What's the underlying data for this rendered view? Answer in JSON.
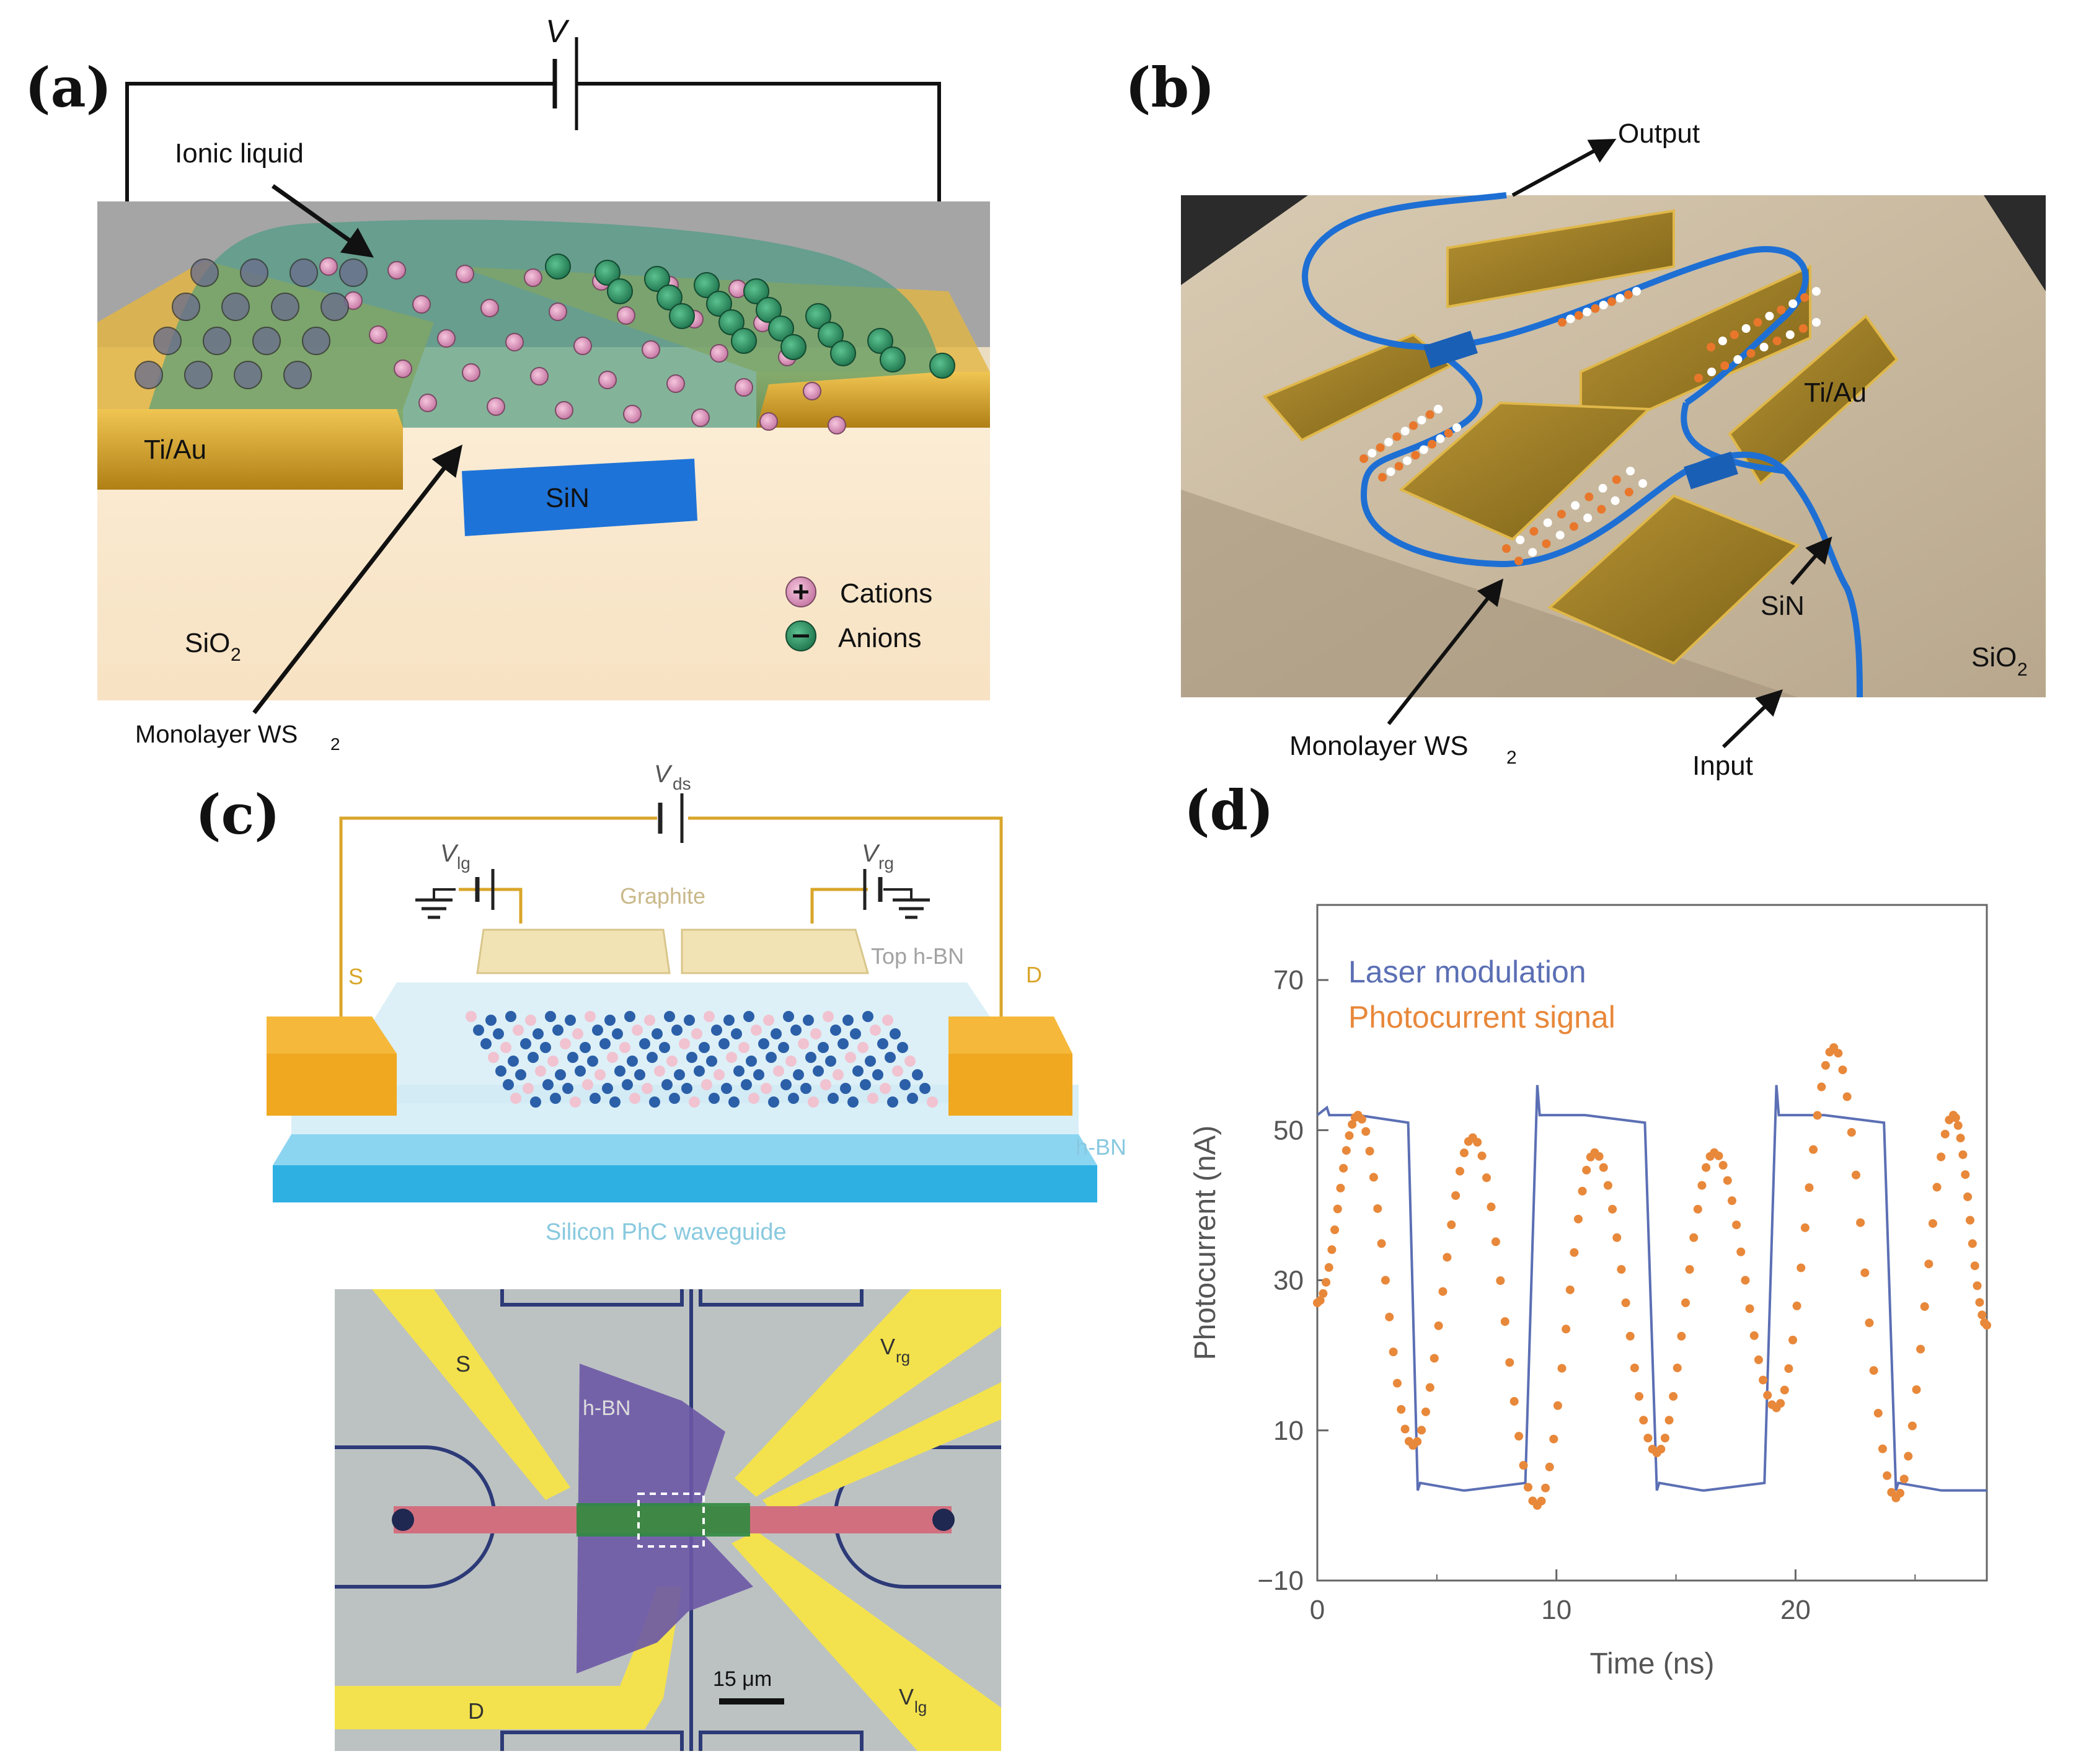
{
  "panels": {
    "a": {
      "label": "(a)",
      "voltage": "V",
      "ionic_liquid": "Ionic liquid",
      "contact": "Ti/Au",
      "waveguide": "SiN",
      "substrate": "SiO",
      "substrate_sub": "2",
      "monolayer": "Monolayer WS",
      "monolayer_sub": "2",
      "legend": {
        "cations": "Cations",
        "anions": "Anions"
      }
    },
    "b": {
      "label": "(b)",
      "output": "Output",
      "input": "Input",
      "contact": "Ti/Au",
      "waveguide": "SiN",
      "substrate": "SiO",
      "substrate_sub": "2",
      "monolayer": "Monolayer WS",
      "monolayer_sub": "2"
    },
    "c": {
      "label": "(c)",
      "vds": "V",
      "vds_sub": "ds",
      "vlg": "V",
      "vlg_sub": "lg",
      "vrg": "V",
      "vrg_sub": "rg",
      "graphite": "Graphite",
      "top_hbn": "Top h-BN",
      "hbn": "h-BN",
      "source": "S",
      "drain": "D",
      "waveguide": "Silicon PhC waveguide",
      "micro": {
        "s": "S",
        "d": "D",
        "hbn": "h-BN",
        "vrg": "V",
        "vrg_sub": "rg",
        "vlg": "V",
        "vlg_sub": "lg",
        "scale": "15 μm"
      }
    },
    "d": {
      "label": "(d)"
    }
  },
  "colors": {
    "gold": "#d9a62a",
    "sin_blue": "#1e73d8",
    "ionic_green": "#2f8a75",
    "laser_blue": "#5b6fb4",
    "photo_orange": "#e8883a",
    "micro_yellow": "#f3e24d"
  },
  "chart_data": {
    "type": "line",
    "xlabel": "Time (ns)",
    "ylabel": "Photocurrent (nA)",
    "xlim": [
      0,
      28
    ],
    "ylim": [
      -10,
      80
    ],
    "xticks": [
      0,
      10,
      20
    ],
    "yticks": [
      -10,
      10,
      30,
      50,
      70
    ],
    "legend_placement": "top-left",
    "series": [
      {
        "name": "Laser modulation",
        "color": "#5b6fb4",
        "style": "solid",
        "x": [
          0,
          0.4,
          0.5,
          1.6,
          1.7,
          3.8,
          4.2,
          4.3,
          6.1,
          6.2,
          8.7,
          9.2,
          9.3,
          11.1,
          11.2,
          13.7,
          14.2,
          14.3,
          16.1,
          16.2,
          18.7,
          19.2,
          19.3,
          21.1,
          21.2,
          23.7,
          24.2,
          24.3,
          26.1,
          26.2,
          28
        ],
        "y": [
          52,
          53,
          52,
          52,
          52,
          51,
          2,
          3,
          2,
          2,
          3,
          56,
          52,
          52,
          52,
          51,
          2,
          3,
          2,
          2,
          3,
          56,
          52,
          52,
          52,
          51,
          2,
          3,
          2,
          2,
          2
        ]
      },
      {
        "name": "Photocurrent signal",
        "color": "#e8883a",
        "style": "dotted",
        "x": [
          0,
          1.7,
          4.0,
          6.5,
          9.2,
          11.6,
          14.2,
          16.6,
          19.2,
          21.6,
          24.2,
          26.6,
          28
        ],
        "y": [
          27,
          52,
          8,
          49,
          0,
          47,
          7,
          47,
          13,
          61,
          1,
          52,
          24
        ]
      }
    ]
  }
}
